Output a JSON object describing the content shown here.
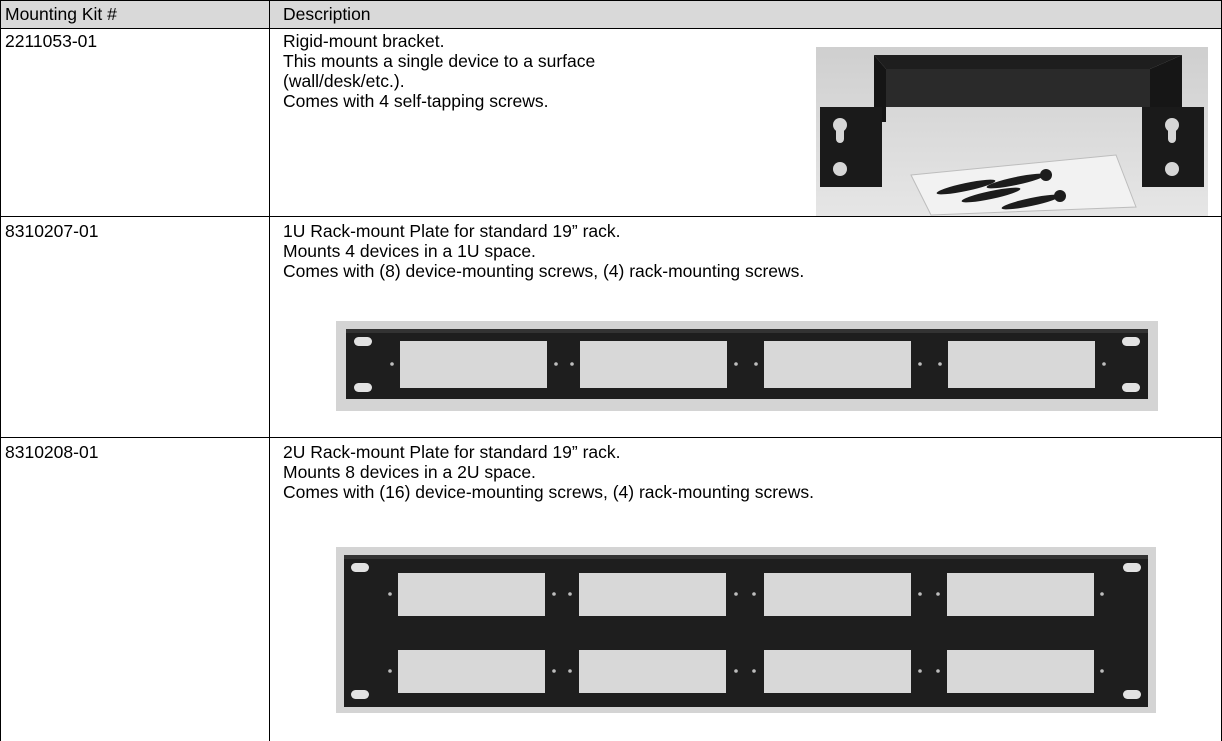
{
  "header": {
    "col1": "Mounting Kit #",
    "col2": "Description"
  },
  "rows": [
    {
      "kit": "2211053-01",
      "lines": [
        "Rigid-mount bracket.",
        "This mounts a single device to a surface",
        "(wall/desk/etc.).",
        "Comes with 4 self-tapping screws."
      ],
      "image": "rigid-mount-bracket-photo"
    },
    {
      "kit": "8310207-01",
      "lines": [
        "1U Rack-mount Plate for standard 19” rack.",
        "Mounts 4 devices in a 1U space.",
        "Comes with (8) device-mounting screws, (4) rack-mounting screws."
      ],
      "image": "1u-rack-plate-photo"
    },
    {
      "kit": "8310208-01",
      "lines": [
        "2U Rack-mount Plate for standard 19” rack.",
        "Mounts 8 devices in a 2U space.",
        "Comes with (16) device-mounting screws, (4) rack-mounting screws."
      ],
      "image": "2u-rack-plate-photo"
    }
  ]
}
